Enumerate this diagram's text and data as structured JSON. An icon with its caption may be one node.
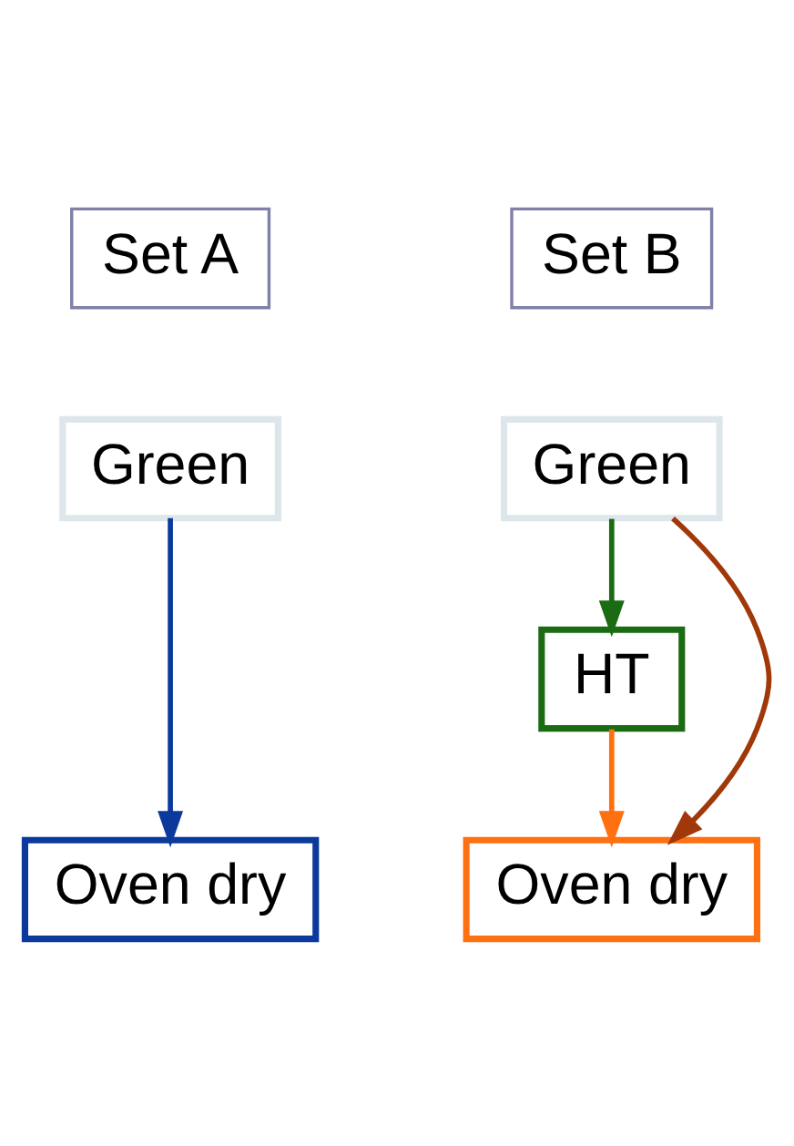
{
  "diagram": {
    "nodes": [
      {
        "text": [
          "Set A"
        ]
      },
      {
        "text": [
          "Set B"
        ]
      },
      {
        "text": [
          "Green"
        ]
      },
      {
        "text": [
          "Oven dry"
        ]
      },
      {
        "text": [
          "Green"
        ]
      },
      {
        "text": [
          "HT"
        ]
      },
      {
        "text": [
          "Oven dry"
        ]
      }
    ],
    "edges": [
      {
        "from": 2,
        "to": 3,
        "arrow": "to",
        "color": "#0b3a9c"
      },
      {
        "from": 4,
        "to": 5,
        "arrow": "to",
        "color": "#1a6b12"
      },
      {
        "from": 5,
        "to": 6,
        "arrow": "to",
        "color": "#ff7010"
      },
      {
        "from": 4,
        "to": 6,
        "arrow": "to",
        "color": "#a0380a"
      }
    ]
  }
}
